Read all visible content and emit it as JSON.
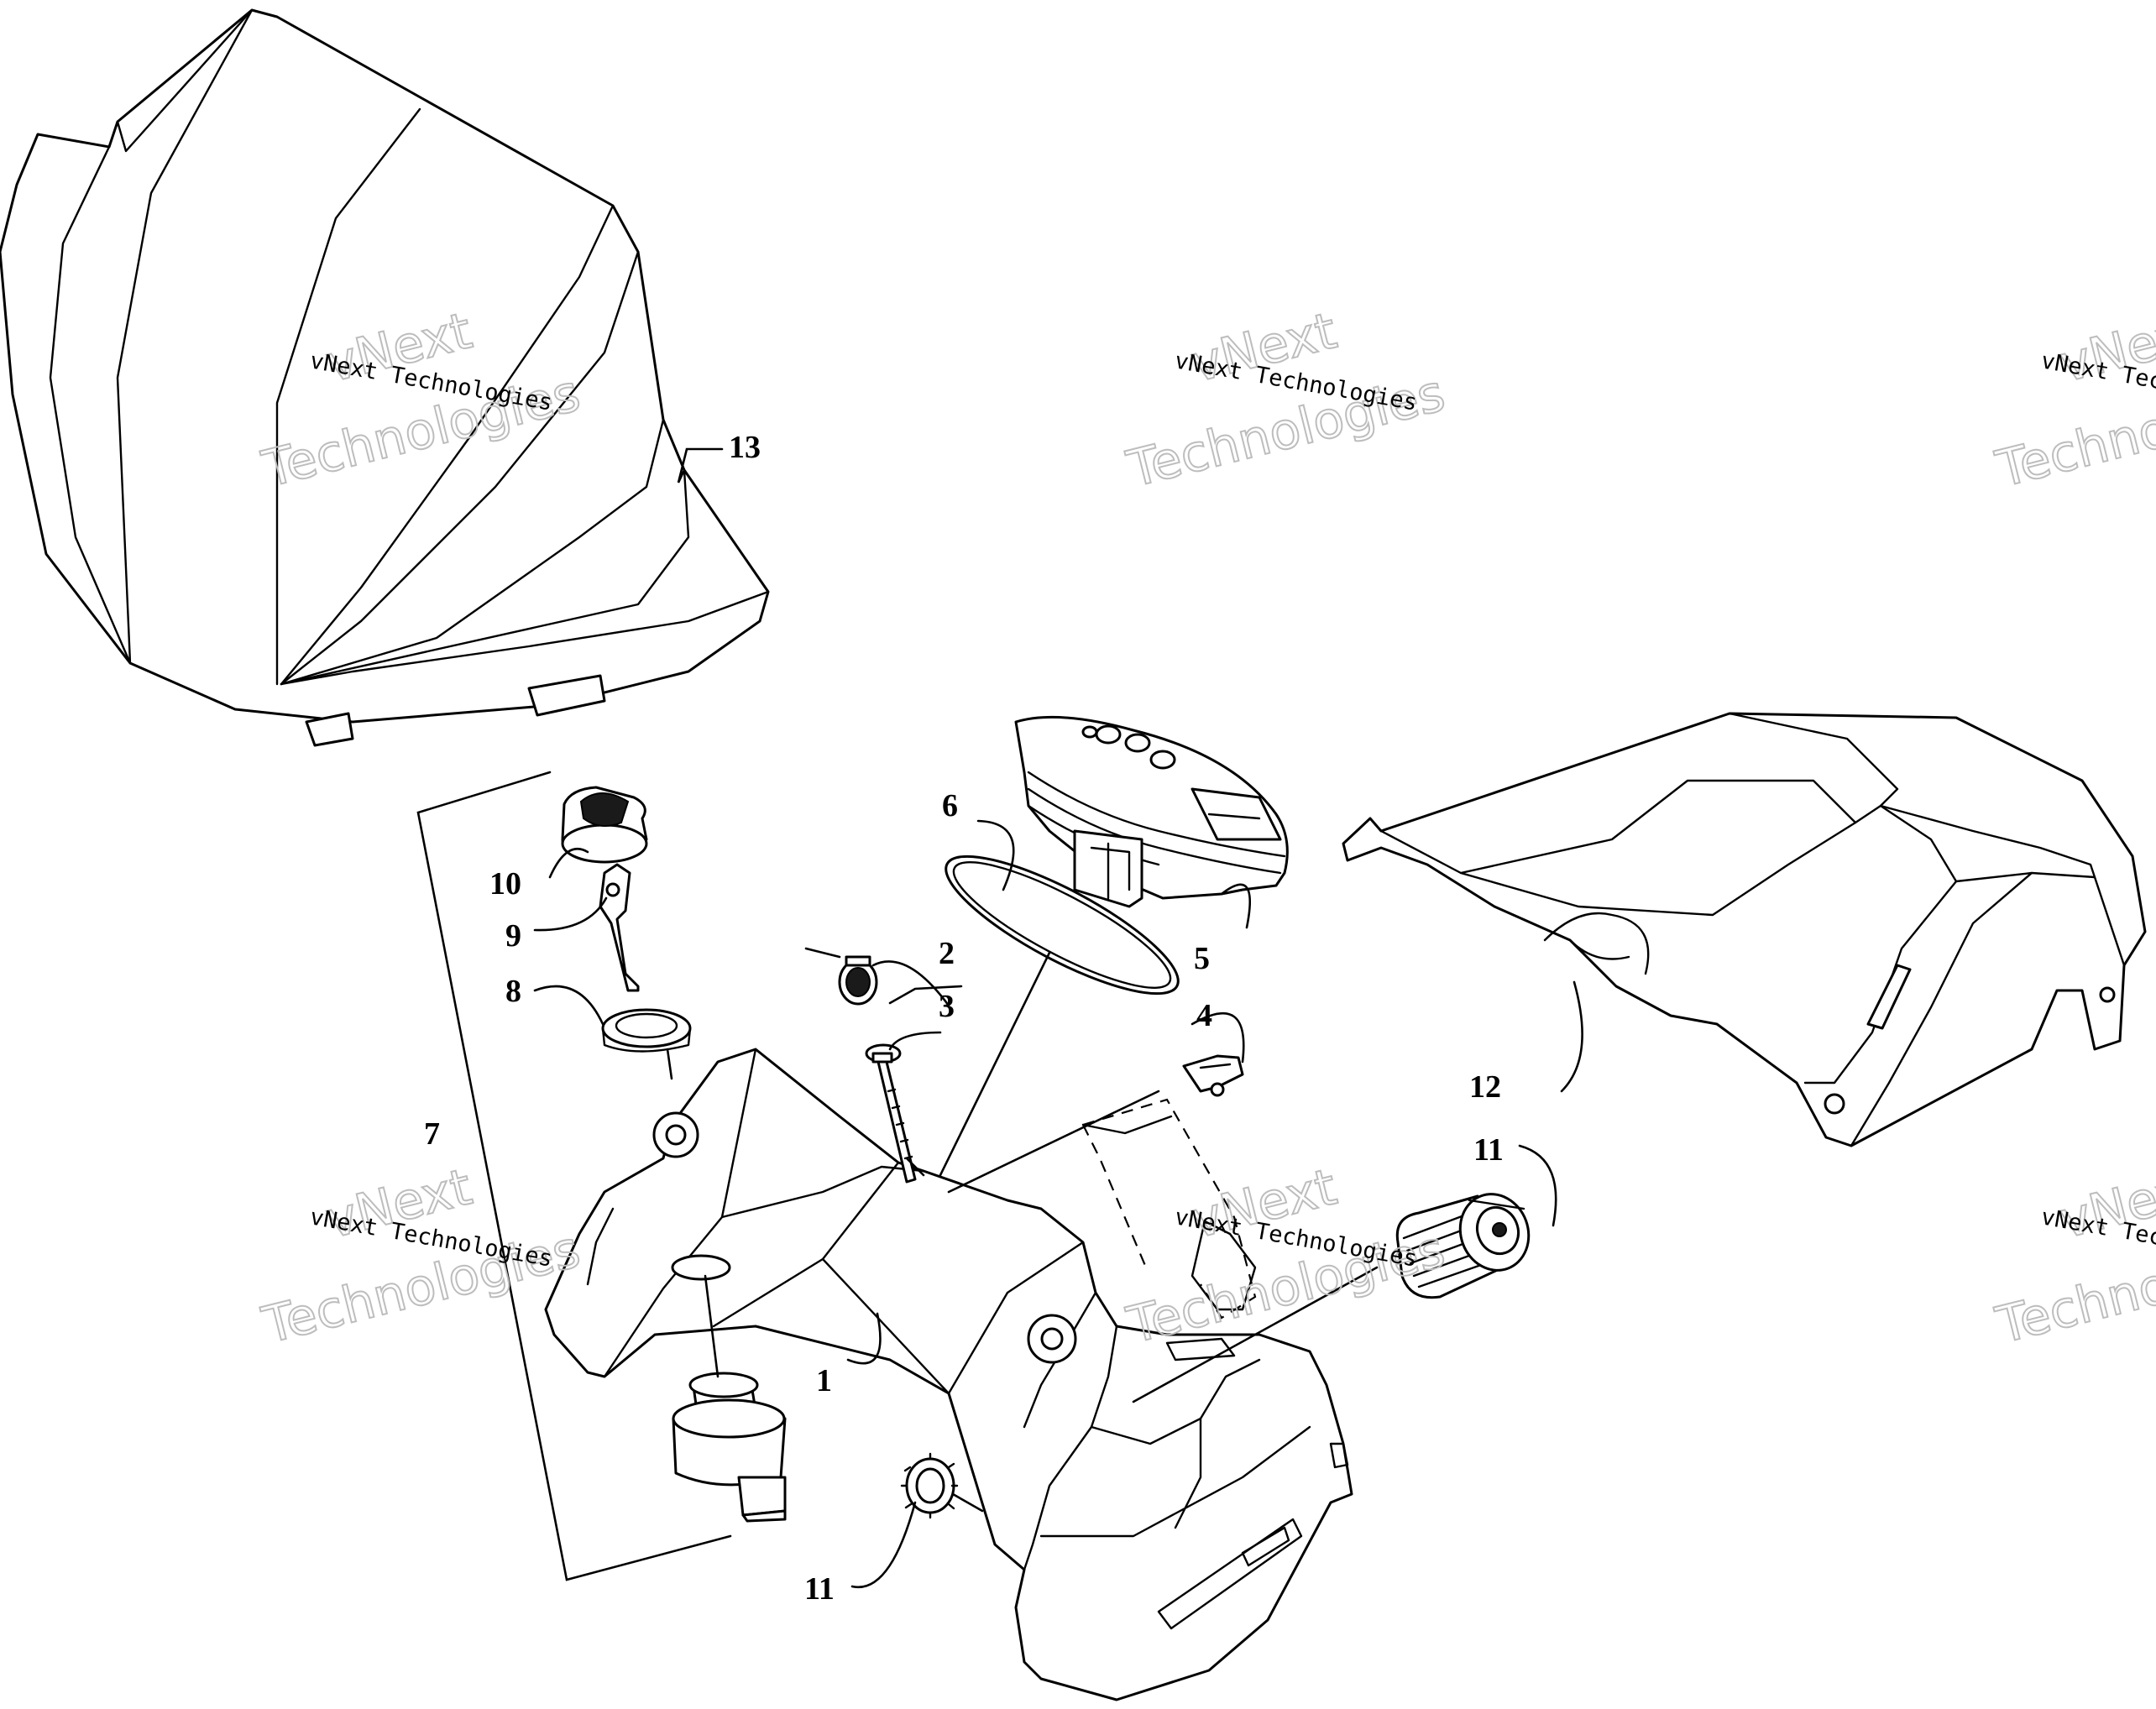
{
  "callouts": [
    {
      "id": "1",
      "label": "1"
    },
    {
      "id": "2",
      "label": "2"
    },
    {
      "id": "3",
      "label": "3"
    },
    {
      "id": "4",
      "label": "4"
    },
    {
      "id": "5",
      "label": "5"
    },
    {
      "id": "6",
      "label": "6"
    },
    {
      "id": "7",
      "label": "7"
    },
    {
      "id": "8",
      "label": "8"
    },
    {
      "id": "9",
      "label": "9"
    },
    {
      "id": "10",
      "label": "10"
    },
    {
      "id": "11a",
      "label": "11"
    },
    {
      "id": "11b",
      "label": "11"
    },
    {
      "id": "12",
      "label": "12"
    },
    {
      "id": "13",
      "label": "13"
    }
  ],
  "watermark": {
    "small_text": "vNext Technologies",
    "large_line1": "vNext",
    "large_line2": "Technologies"
  },
  "colors": {
    "line": "#000000",
    "background": "#ffffff",
    "watermark_outline": "#bdbdbd"
  }
}
